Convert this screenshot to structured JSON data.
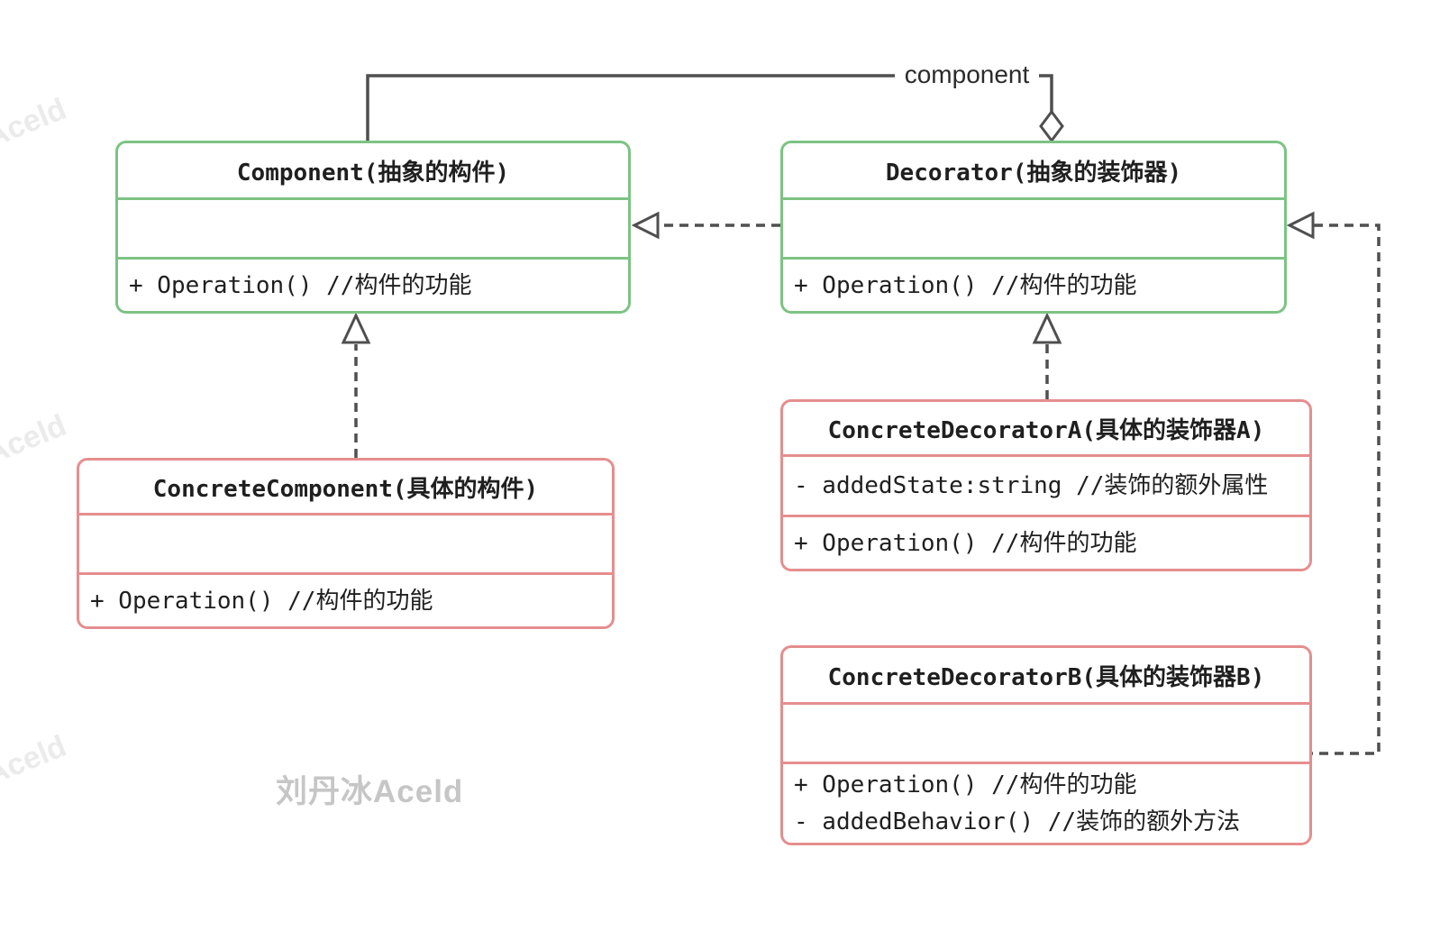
{
  "diagram": {
    "colors": {
      "abstract_border": "#7dc383",
      "concrete_border": "#e58e8e",
      "line": "#4f4f4f",
      "text": "#1f1f1f",
      "watermark": "#c6c6c6",
      "corner_watermark": "#ebebeb",
      "bg": "#ffffff"
    },
    "classes": [
      {
        "id": "component",
        "name": "Component(抽象的构件)",
        "kind": "abstract",
        "attributes": [],
        "methods": [
          "+ Operation() //构件的功能"
        ]
      },
      {
        "id": "decorator",
        "name": "Decorator(抽象的装饰器)",
        "kind": "abstract",
        "attributes": [],
        "methods": [
          "+ Operation() //构件的功能"
        ]
      },
      {
        "id": "concrete-component",
        "name": "ConcreteComponent(具体的构件)",
        "kind": "concrete",
        "attributes": [],
        "methods": [
          "+ Operation() //构件的功能"
        ]
      },
      {
        "id": "concrete-decorator-a",
        "name": "ConcreteDecoratorA(具体的装饰器A)",
        "kind": "concrete",
        "attributes": [
          "- addedState:string //装饰的额外属性"
        ],
        "methods": [
          "+ Operation() //构件的功能"
        ]
      },
      {
        "id": "concrete-decorator-b",
        "name": "ConcreteDecoratorB(具体的装饰器B)",
        "kind": "concrete",
        "attributes": [],
        "methods": [
          "+ Operation() //构件的功能",
          "- addedBehavior() //装饰的额外方法"
        ]
      }
    ],
    "relationships": [
      {
        "type": "aggregation-solid",
        "from": "Decorator",
        "to": "Component",
        "label": "component"
      },
      {
        "type": "dependency-dashed",
        "from": "Decorator",
        "to": "Component",
        "label": ""
      },
      {
        "type": "generalization-dashed",
        "from": "ConcreteComponent",
        "to": "Component",
        "label": ""
      },
      {
        "type": "generalization-dashed",
        "from": "ConcreteDecoratorA",
        "to": "Decorator",
        "label": ""
      },
      {
        "type": "dependency-dashed",
        "from": "ConcreteDecoratorB",
        "to": "Decorator",
        "label": ""
      }
    ],
    "watermarks": {
      "center": "刘丹冰Aceld",
      "corner": "Aceld"
    }
  }
}
